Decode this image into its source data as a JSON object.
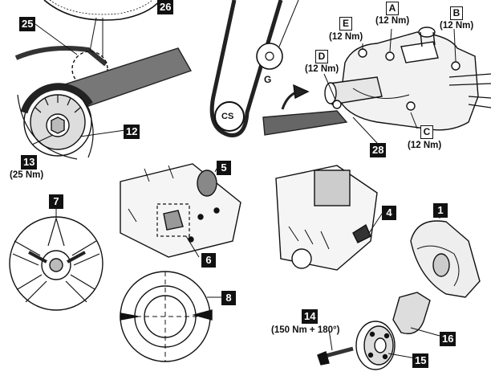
{
  "callouts": {
    "c1": "1",
    "c4": "4",
    "c5": "5",
    "c6": "6",
    "c7": "7",
    "c8": "8",
    "c12": "12",
    "c13": "13",
    "c14": "14",
    "c15": "15",
    "c16": "16",
    "c25": "25",
    "c26": "26",
    "c28": "28"
  },
  "letters": {
    "A": "A",
    "B": "B",
    "C": "C",
    "D": "D",
    "E": "E",
    "G": "G",
    "CS": "CS"
  },
  "torques": {
    "c13": "(25 Nm)",
    "A": "(12 Nm)",
    "B": "(12 Nm)",
    "C": "(12 Nm)",
    "D": "(12 Nm)",
    "E": "(12 Nm)",
    "c14": "(150 Nm + 180°)"
  }
}
